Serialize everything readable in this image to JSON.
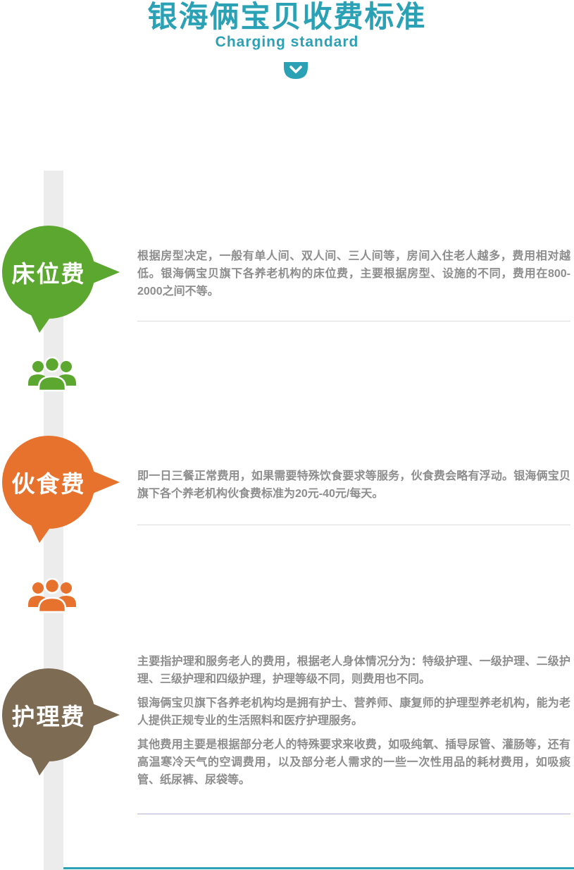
{
  "header": {
    "title": "银海俩宝贝收费标准",
    "subtitle": "Charging standard",
    "accent_color": "#2aa1b4"
  },
  "divider_icon": {
    "name": "chevron-down-icon",
    "color": "#2aa1b4"
  },
  "timeline": {
    "rail_color": "#ececec",
    "sections": [
      {
        "badge_label": "床位费",
        "badge_color": "#5ba72f",
        "paragraphs": [
          "根据房型决定，一般有单人间、双人间、三人间等，房间入住老人越多，费用相对越低。银海俩宝贝旗下各养老机构的床位费，主要根据房型、设施的不同，费用在800-2000之间不等。"
        ]
      },
      {
        "badge_label": "伙食费",
        "badge_color": "#e7722d",
        "paragraphs": [
          "即一日三餐正常费用，如果需要特殊饮食要求等服务，伙食费会略有浮动。银海俩宝贝旗下各个养老机构伙食费标准为20元-40元/每天。"
        ]
      },
      {
        "badge_label": "护理费",
        "badge_color": "#7d6b54",
        "paragraphs": [
          "主要指护理和服务老人的费用，根据老人身体情况分为：特级护理、一级护理、二级护理、三级护理和四级护理，护理等级不同，则费用也不同。",
          "银海俩宝贝旗下各养老机构均是拥有护士、营养师、康复师的护理型养老机构，能为老人提供正规专业的生活照料和医疗护理服务。",
          "其他费用主要是根据部分老人的特殊要求来收费，如吸纯氧、插导尿管、灌肠等，还有高温寒冷天气的空调费用，以及部分老人需求的一些一次性用品的耗材费用，如吸痰管、纸尿裤、尿袋等。"
        ]
      }
    ],
    "people_icons": [
      {
        "name": "people-group-icon",
        "color": "#5ba72f"
      },
      {
        "name": "people-group-icon",
        "color": "#e7722d"
      }
    ]
  }
}
